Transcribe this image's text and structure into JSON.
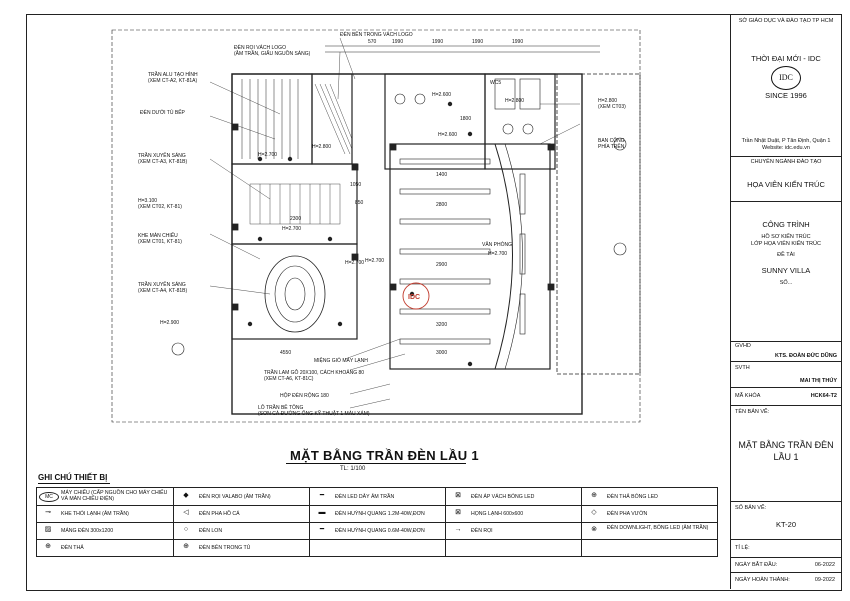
{
  "drawing": {
    "title": "MẶT BẰNG TRẦN ĐÈN LẦU 1",
    "scale": "TL: 1/100"
  },
  "annotations": {
    "left": [
      {
        "label": "TRẦN ALU TẠO HÌNH",
        "sub": "(XEM CT-A2, KT-81A)"
      },
      {
        "label": "ĐÈN DƯỚI TỦ BẾP",
        "sub": ""
      },
      {
        "label": "TRẦN XUYÊN SÁNG",
        "sub": "(XEM CT-A3, KT-81B)"
      },
      {
        "label": "H=3.100",
        "sub": "(XEM CT02, KT-81)"
      },
      {
        "label": "KHE MÀN CHIẾU",
        "sub": "(XEM CT01, KT-81)"
      },
      {
        "label": "TRẦN XUYÊN SÁNG",
        "sub": "(XEM CT-A4, KT-81B)"
      },
      {
        "label": "H=2.900",
        "sub": ""
      }
    ],
    "top": [
      {
        "label": "ĐÈN BÊN TRONG VÁCH LOGO",
        "sub": ""
      },
      {
        "label": "ĐÈN RỌI VÁCH LOGO",
        "sub": "(ÂM TRẦN, GIẤU NGUỒN SÁNG)"
      }
    ],
    "right": [
      {
        "label": "H=2.800",
        "sub": "(XEM CT03)"
      },
      {
        "label": "BAN CÔNG",
        "sub": "PHÍA TRÊN"
      }
    ],
    "bottom": [
      {
        "label": "MIỆNG GIÓ MÁY LẠNH",
        "sub": ""
      },
      {
        "label": "TRẦN LAM GỖ 20X100, CÁCH KHOẢNG 80",
        "sub": "(XEM CT-A6, KT-81C)"
      },
      {
        "label": "HỘP ĐÈN RỘNG 180",
        "sub": ""
      },
      {
        "label": "LÔ TRẦN BÊ TÔNG",
        "sub": "(SƠN CÀ ĐƯỜNG ỐNG KỸ THUẬT 1 MÀU XÁM)"
      }
    ],
    "rooms": {
      "wc": "WC5",
      "wc_h": "H=2.600",
      "office": "VĂN PHÒNG",
      "office_h": "H=2.700",
      "h2700_a": "H=2.700",
      "h2700_b": "H=2.700",
      "h2700_c": "H=2.700",
      "h2800": "H=2.800",
      "h2600": "H=2.600",
      "h2800b": "H=2.800",
      "h2700_d": "H=2.700"
    },
    "dims_top": [
      "570",
      "1990",
      "1990",
      "1990",
      "1990"
    ],
    "dims_misc": [
      "4550",
      "1400",
      "2800",
      "2900",
      "3200",
      "3000",
      "1050",
      "850",
      "1800",
      "2300"
    ],
    "logo": "IDC"
  },
  "legend": {
    "title": "GHI CHÚ THIẾT BỊ",
    "items": [
      {
        "sym": "MC",
        "label": "MÁY CHIẾU (CẤP NGUỒN CHO MÁY CHIẾU VÀ MÀN CHIẾU ĐIỆN)"
      },
      {
        "sym": "◆",
        "label": "ĐÈN RỌI VALABO (ÂM TRẦN)"
      },
      {
        "sym": "━",
        "label": "ĐÈN LED DÂY ÂM TRẦN"
      },
      {
        "sym": "⊠",
        "label": "ĐÈN ÁP VÁCH BÓNG LED"
      },
      {
        "sym": "⊕",
        "label": "ĐÈN THẢ BÓNG LED"
      },
      {
        "sym": "⊸",
        "label": "KHE THỔI LẠNH (ÂM TRẦN)"
      },
      {
        "sym": "◁",
        "label": "ĐÈN PHA HỒ CÁ"
      },
      {
        "sym": "▬",
        "label": "ĐÈN HUỲNH QUANG 1.2M-40W,ĐƠN"
      },
      {
        "sym": "⊠",
        "label": "HỌNG LẠNH 600x600"
      },
      {
        "sym": "◇",
        "label": "ĐÈN PHA VƯỜN"
      },
      {
        "sym": "▨",
        "label": "MÁNG ĐÈN 300x1200"
      },
      {
        "sym": "○",
        "label": "ĐÈN LON"
      },
      {
        "sym": "━",
        "label": "ĐÈN HUỲNH QUANG 0.6M-40W,ĐƠN"
      },
      {
        "sym": "→",
        "label": "ĐÈN RỌI"
      },
      {
        "sym": "⊗",
        "label": "ĐÈN DOWNLIGHT, BÓNG LED (ÂM TRẦN)"
      },
      {
        "sym": "⊕",
        "label": "ĐÈN THẢ"
      },
      {
        "sym": "⊕",
        "label": "ĐÈN BÊN TRONG TỦ"
      }
    ]
  },
  "title_block": {
    "dept": "SỞ GIÁO DỤC VÀ ĐÀO TẠO TP HCM",
    "school": "THỜI ĐẠI MỚI - IDC",
    "logo_text": "IDC",
    "since": "SINCE 1996",
    "address": "Trần Nhật Duật, P Tân Định, Quận 1",
    "web": "Website: idc.edu.vn",
    "program": "CHUYÊN NGÀNH ĐÀO TẠO",
    "program_name": "HỌA VIÊN KIẾN TRÚC",
    "project_h": "CÔNG TRÌNH",
    "project_1": "HỒ SƠ KIẾN TRÚC",
    "project_2": "LỚP HỌA VIÊN KIẾN TRÚC",
    "topic_h": "ĐỀ TÀI",
    "topic": "SUNNY VILLA",
    "topic_sub": "SỐ...",
    "gvhd_l": "GVHD",
    "gvhd": "KTS. ĐOÀN ĐỨC DŨNG",
    "svth_l": "SVTH",
    "svth": "MAI THỊ THÚY",
    "course_l": "MÃ KHÓA",
    "course": "HCK64-T2",
    "sheet_name_l": "TÊN BẢN VẼ:",
    "sheet_name_1": "MẶT BẰNG TRẦN ĐÈN",
    "sheet_name_2": "LẦU 1",
    "sheet_no_l": "SỐ BẢN VẼ:",
    "sheet_no": "KT-20",
    "scale_l": "TỈ LỆ:",
    "start_l": "NGÀY BẮT ĐẦU:",
    "start": "06-2022",
    "end_l": "NGÀY HOÀN THÀNH:",
    "end": "09-2022"
  }
}
